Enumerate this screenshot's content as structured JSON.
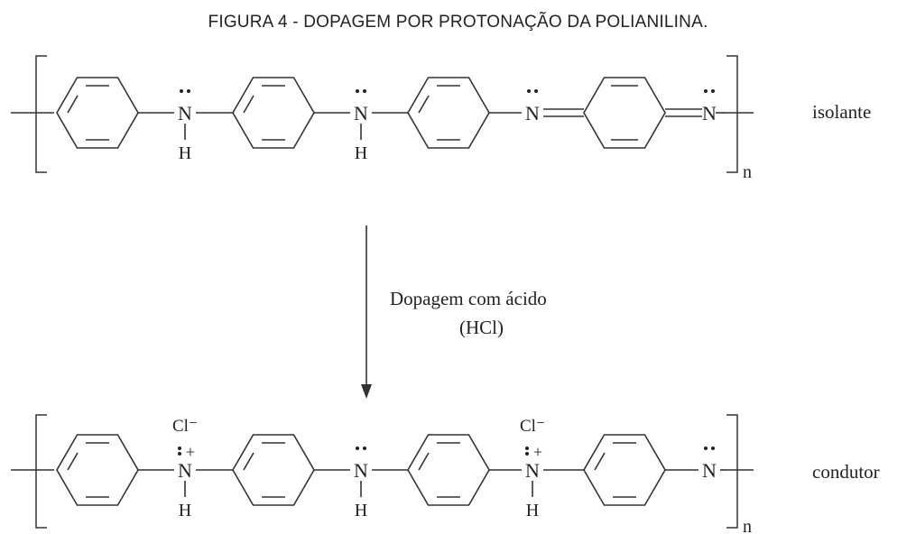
{
  "title": "FIGURA 4 - DOPAGEM POR PROTONAÇÃO DA POLIANILINA.",
  "top_structure": {
    "atoms": [
      "N",
      "N",
      "N",
      "N"
    ],
    "hydrogens": [
      "H",
      "H"
    ],
    "repeat_subscript": "n",
    "label": "isolante"
  },
  "bottom_structure": {
    "atoms": [
      "N",
      "N",
      "N",
      "N"
    ],
    "hydrogens": [
      "H",
      "H",
      "H"
    ],
    "counterions": [
      "Cl⁻",
      "Cl⁻"
    ],
    "charges": [
      "+",
      "+"
    ],
    "repeat_subscript": "n",
    "label": "condutor"
  },
  "reaction": {
    "line1": "Dopagem com ácido",
    "line2": "(HCl)"
  },
  "colors": {
    "ink": "#222222",
    "bond": "#333333"
  }
}
